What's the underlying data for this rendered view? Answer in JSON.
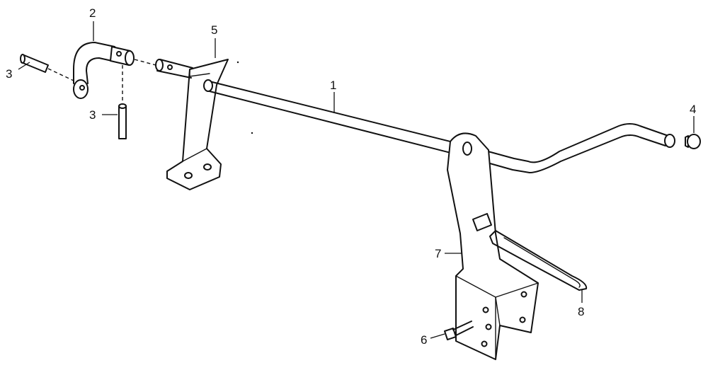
{
  "diagram": {
    "labels": {
      "part_1": "1",
      "part_2": "2",
      "part_3_upper": "3",
      "part_3_lower": "3",
      "part_4": "4",
      "part_5": "5",
      "part_6": "6",
      "part_7": "7",
      "part_8": "8"
    },
    "line_color": "#111111",
    "background": "#ffffff"
  }
}
